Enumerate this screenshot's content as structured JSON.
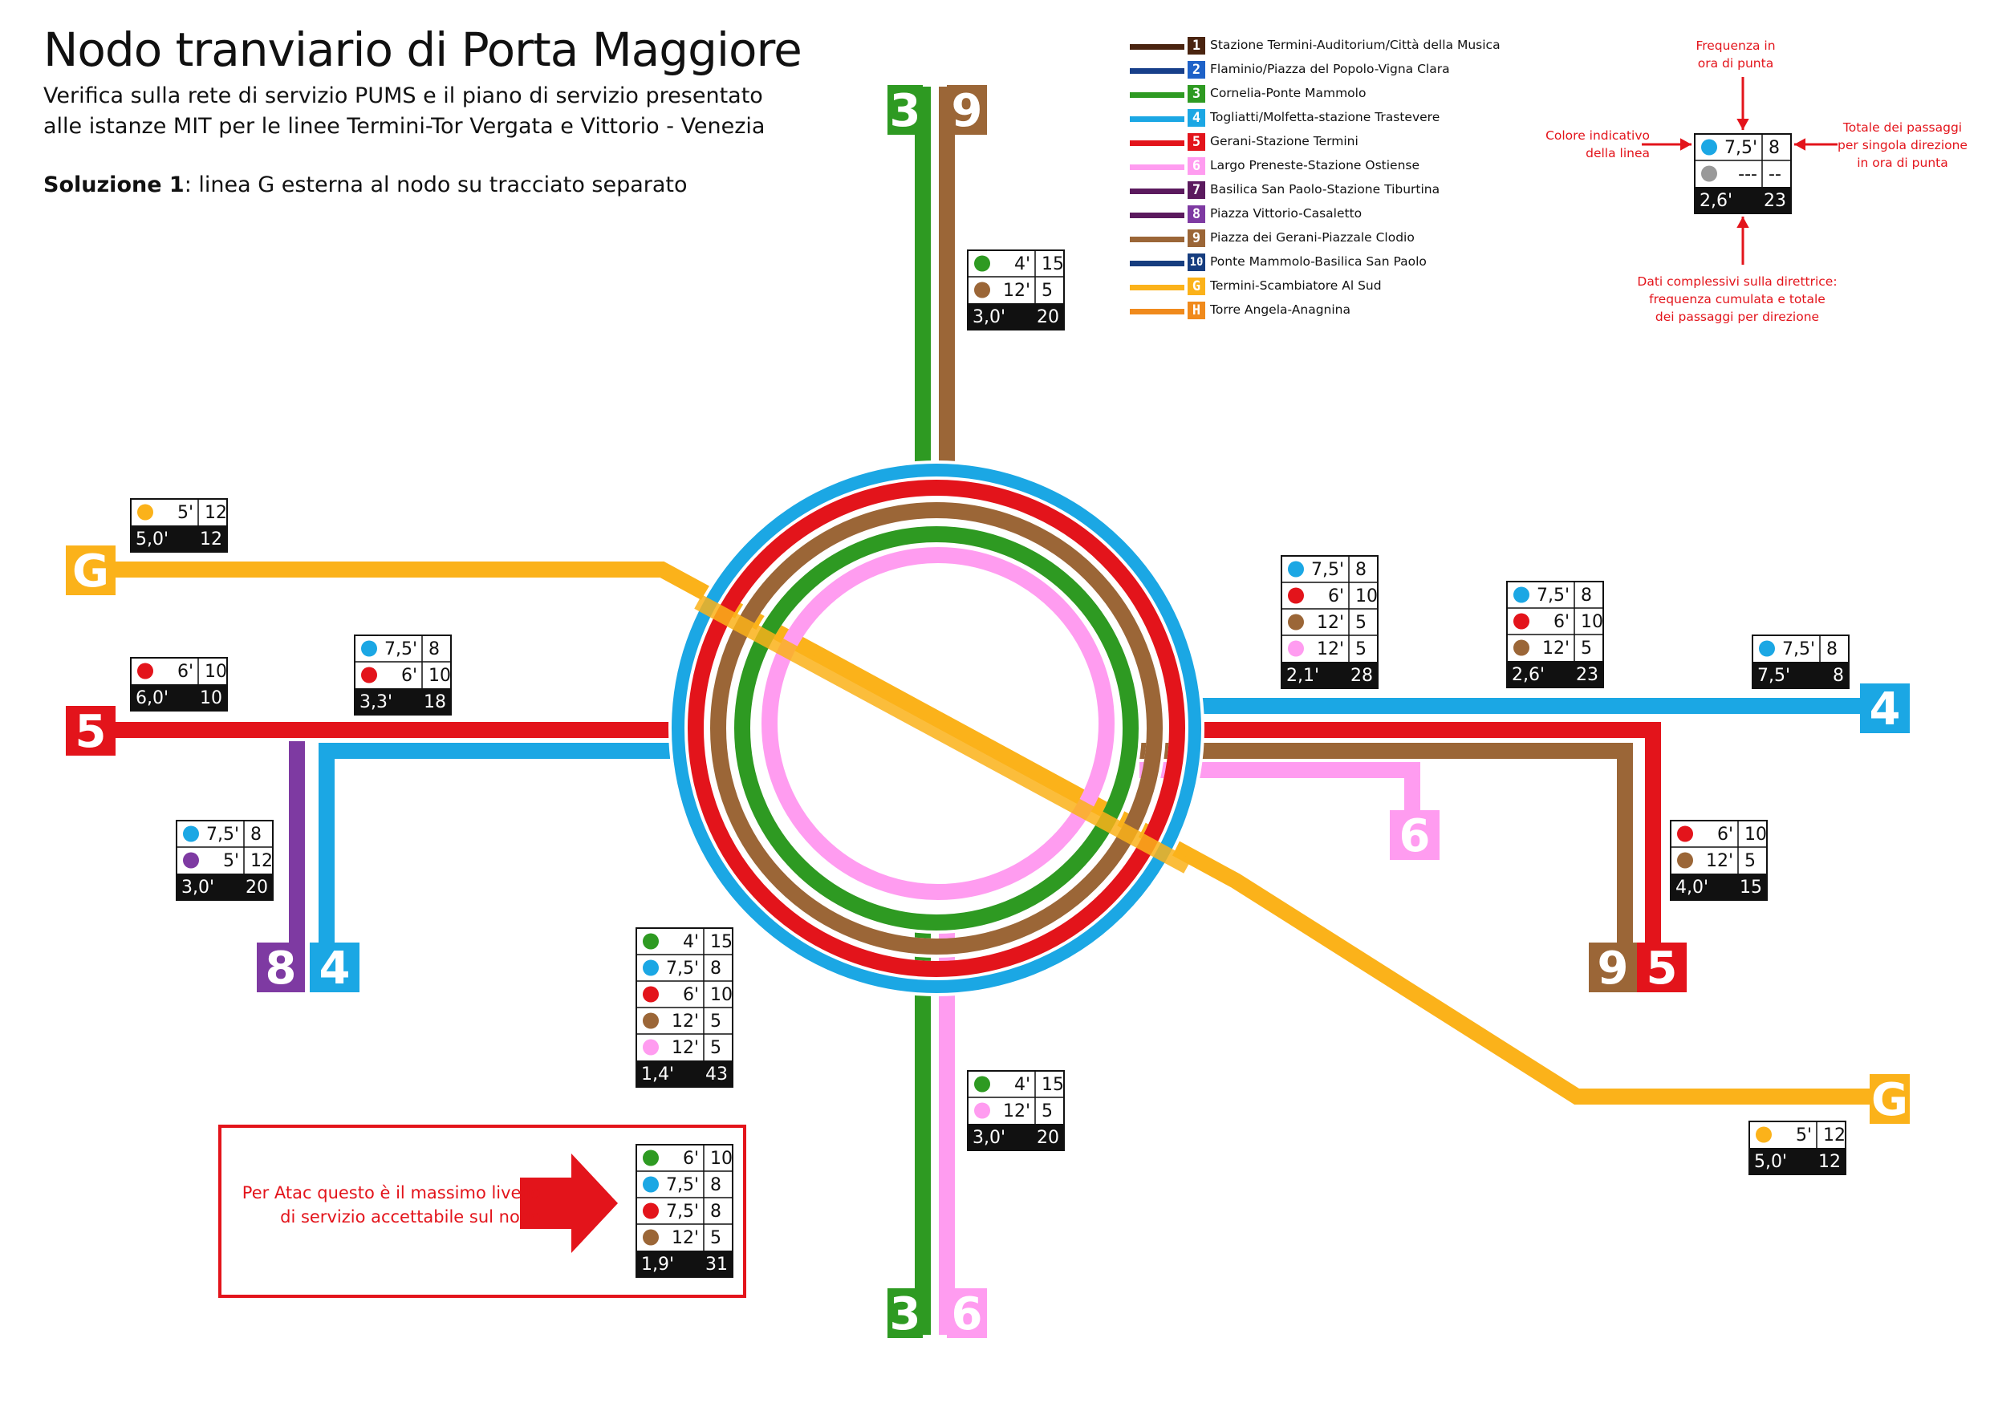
{
  "header": {
    "title": "Nodo tranviario di Porta Maggiore",
    "subtitle_line1": "Verifica sulla rete di servizio PUMS e il piano di servizio presentato",
    "subtitle_line2": "alle istanze MIT per le linee Termini-Tor Vergata e Vittorio - Venezia",
    "solution_bold": "Soluzione 1",
    "solution_rest": ": linea G esterna al nodo su tracciato separato"
  },
  "colors": {
    "line1": "#4a2410",
    "line2": "#173f8a",
    "line3": "#2e9a22",
    "line4": "#1ba7e4",
    "line5": "#e3141b",
    "line6": "#ff9cf0",
    "line7": "#5b1a5e",
    "line8": "#7e3aa2",
    "line9": "#9b6637",
    "line10": "#163d7f",
    "lineG": "#fbb21a",
    "lineH": "#f08a1c",
    "box_header": "#111111",
    "grey": "#999999",
    "annotation_red": "#e3141b"
  },
  "legend": [
    {
      "id": "1",
      "label": "Stazione Termini-Auditorium/Città della Musica",
      "color": "#4a2410"
    },
    {
      "id": "2",
      "label": "Flaminio/Piazza del Popolo-Vigna Clara",
      "color": "#173f8a",
      "num_color": "#1e62c8"
    },
    {
      "id": "3",
      "label": "Cornelia-Ponte Mammolo",
      "color": "#2e9a22"
    },
    {
      "id": "4",
      "label": "Togliatti/Molfetta-stazione Trastevere",
      "color": "#1ba7e4"
    },
    {
      "id": "5",
      "label": "Gerani-Stazione Termini",
      "color": "#e3141b"
    },
    {
      "id": "6",
      "label": "Largo Preneste-Stazione Ostiense",
      "color": "#ff9cf0"
    },
    {
      "id": "7",
      "label": "Basilica San Paolo-Stazione Tiburtina",
      "color": "#5b1a5e"
    },
    {
      "id": "8",
      "label": "Piazza Vittorio-Casaletto",
      "color": "#7e3aa2",
      "line_color": "#5b1a5e"
    },
    {
      "id": "9",
      "label": "Piazza dei Gerani-Piazzale Clodio",
      "color": "#9b6637"
    },
    {
      "id": "10",
      "label": "Ponte Mammolo-Basilica San Paolo",
      "color": "#163d7f"
    },
    {
      "id": "G",
      "label": "Termini-Scambiatore Al Sud",
      "color": "#fbb21a"
    },
    {
      "id": "H",
      "label": "Torre Angela-Anagnina",
      "color": "#f08a1c"
    }
  ],
  "explanation": {
    "top": "Frequenza in\nora di punta",
    "left": "Colore indicativo\ndella linea",
    "right": "Totale dei passaggi\nper singola direzione\nin ora di punta",
    "bottom": "Dati complessivi sulla direttrice:\nfrequenza cumulata e totale\ndei passaggi per direzione",
    "sample": {
      "rows": [
        {
          "color": "#1ba7e4",
          "freq": "7,5'",
          "count": "8"
        },
        {
          "color": "#999999",
          "freq": "---",
          "count": "--"
        }
      ],
      "total": {
        "freq": "2,6'",
        "count": "23"
      }
    }
  },
  "terminal_labels": {
    "north_3": "3",
    "north_9": "9",
    "west_G": "G",
    "west_5": "5",
    "sw_8": "8",
    "sw_4": "4",
    "east_4": "4",
    "east_6": "6",
    "se_9": "9",
    "se_5": "5",
    "se_G": "G",
    "south_3": "3",
    "south_6": "6"
  },
  "boxes": [
    {
      "id": "north",
      "rows": [
        {
          "color": "#2e9a22",
          "freq": "4'",
          "count": "15"
        },
        {
          "color": "#9b6637",
          "freq": "12'",
          "count": "5"
        }
      ],
      "total": {
        "freq": "3,0'",
        "count": "20"
      }
    },
    {
      "id": "west_g",
      "rows": [
        {
          "color": "#fbb21a",
          "freq": "5'",
          "count": "12"
        }
      ],
      "total": {
        "freq": "5,0'",
        "count": "12"
      }
    },
    {
      "id": "west_5",
      "rows": [
        {
          "color": "#e3141b",
          "freq": "6'",
          "count": "10"
        }
      ],
      "total": {
        "freq": "6,0'",
        "count": "10"
      }
    },
    {
      "id": "west_mid",
      "rows": [
        {
          "color": "#1ba7e4",
          "freq": "7,5'",
          "count": "8"
        },
        {
          "color": "#e3141b",
          "freq": "6'",
          "count": "10"
        }
      ],
      "total": {
        "freq": "3,3'",
        "count": "18"
      }
    },
    {
      "id": "sw",
      "rows": [
        {
          "color": "#1ba7e4",
          "freq": "7,5'",
          "count": "8"
        },
        {
          "color": "#7e3aa2",
          "freq": "5'",
          "count": "12"
        }
      ],
      "total": {
        "freq": "3,0'",
        "count": "20"
      }
    },
    {
      "id": "east_near",
      "rows": [
        {
          "color": "#1ba7e4",
          "freq": "7,5'",
          "count": "8"
        },
        {
          "color": "#e3141b",
          "freq": "6'",
          "count": "10"
        },
        {
          "color": "#9b6637",
          "freq": "12'",
          "count": "5"
        },
        {
          "color": "#ff9cf0",
          "freq": "12'",
          "count": "5"
        }
      ],
      "total": {
        "freq": "2,1'",
        "count": "28"
      }
    },
    {
      "id": "east_mid",
      "rows": [
        {
          "color": "#1ba7e4",
          "freq": "7,5'",
          "count": "8"
        },
        {
          "color": "#e3141b",
          "freq": "6'",
          "count": "10"
        },
        {
          "color": "#9b6637",
          "freq": "12'",
          "count": "5"
        }
      ],
      "total": {
        "freq": "2,6'",
        "count": "23"
      }
    },
    {
      "id": "east_far",
      "rows": [
        {
          "color": "#1ba7e4",
          "freq": "7,5'",
          "count": "8"
        }
      ],
      "total": {
        "freq": "7,5'",
        "count": "8"
      }
    },
    {
      "id": "se_95",
      "rows": [
        {
          "color": "#e3141b",
          "freq": "6'",
          "count": "10"
        },
        {
          "color": "#9b6637",
          "freq": "12'",
          "count": "5"
        }
      ],
      "total": {
        "freq": "4,0'",
        "count": "15"
      }
    },
    {
      "id": "south_inner",
      "rows": [
        {
          "color": "#2e9a22",
          "freq": "4'",
          "count": "15"
        },
        {
          "color": "#1ba7e4",
          "freq": "7,5'",
          "count": "8"
        },
        {
          "color": "#e3141b",
          "freq": "6'",
          "count": "10"
        },
        {
          "color": "#9b6637",
          "freq": "12'",
          "count": "5"
        },
        {
          "color": "#ff9cf0",
          "freq": "12'",
          "count": "5"
        }
      ],
      "total": {
        "freq": "1,4'",
        "count": "43"
      }
    },
    {
      "id": "south_36",
      "rows": [
        {
          "color": "#2e9a22",
          "freq": "4'",
          "count": "15"
        },
        {
          "color": "#ff9cf0",
          "freq": "12'",
          "count": "5"
        }
      ],
      "total": {
        "freq": "3,0'",
        "count": "20"
      }
    },
    {
      "id": "se_g",
      "rows": [
        {
          "color": "#fbb21a",
          "freq": "5'",
          "count": "12"
        }
      ],
      "total": {
        "freq": "5,0'",
        "count": "12"
      }
    },
    {
      "id": "atac",
      "rows": [
        {
          "color": "#2e9a22",
          "freq": "6'",
          "count": "10"
        },
        {
          "color": "#1ba7e4",
          "freq": "7,5'",
          "count": "8"
        },
        {
          "color": "#e3141b",
          "freq": "7,5'",
          "count": "8"
        },
        {
          "color": "#9b6637",
          "freq": "12'",
          "count": "5"
        }
      ],
      "total": {
        "freq": "1,9'",
        "count": "31"
      }
    }
  ],
  "atac_note": {
    "line1": "Per Atac questo è il massimo livello",
    "line2": "di servizio accettabile sul nodo"
  }
}
